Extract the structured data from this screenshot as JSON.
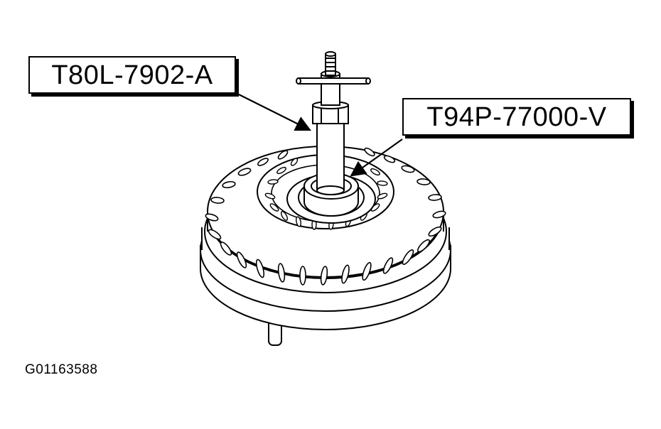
{
  "callouts": {
    "left_label": "T80L-7902-A",
    "right_label": "T94P-77000-V"
  },
  "figure_id": "G01163588",
  "colors": {
    "ink": "#000000",
    "paper": "#ffffff"
  }
}
